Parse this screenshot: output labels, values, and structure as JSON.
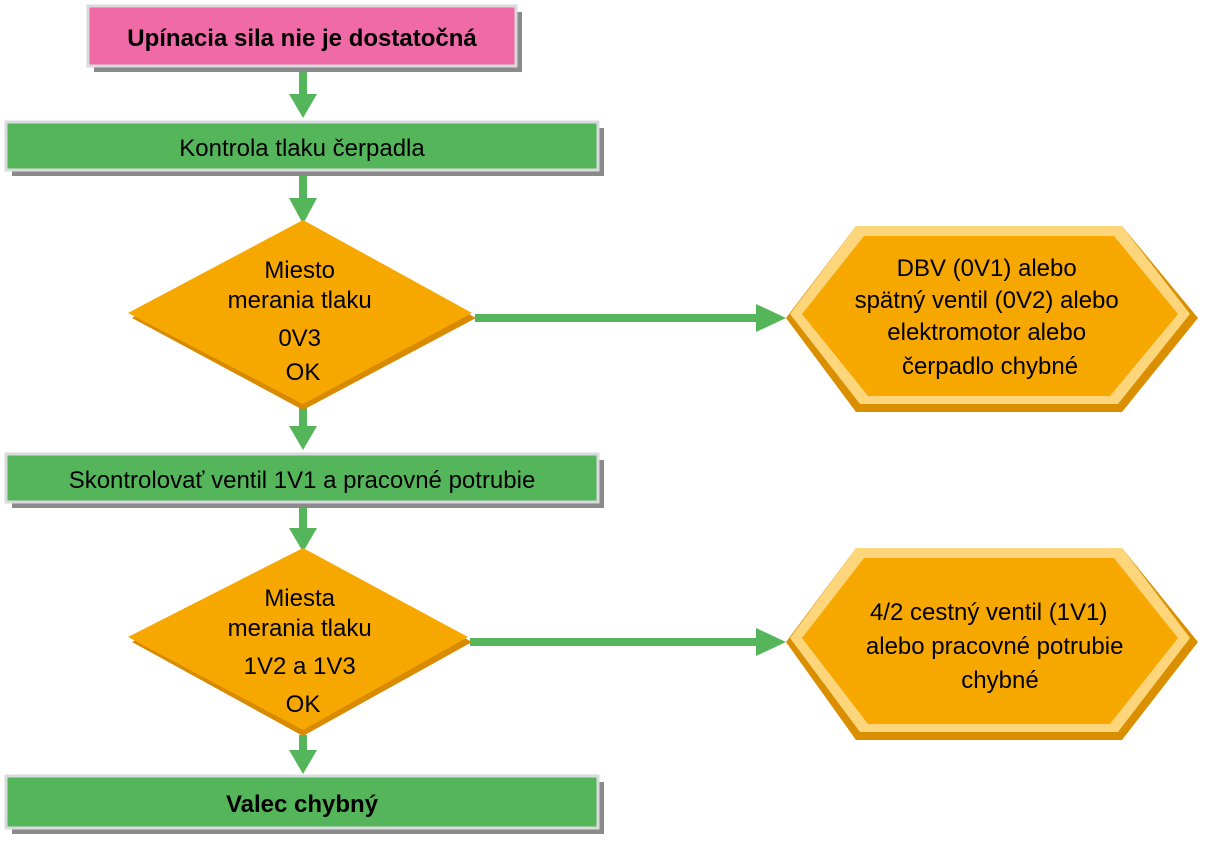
{
  "colors": {
    "start": "#f06aa8",
    "process": "#55b55a",
    "decision": "#f7a800",
    "arrow": "#55b55a"
  },
  "nodes": {
    "start": {
      "label": "Upínacia sila nie je dostatočná"
    },
    "check_pump": {
      "label": "Kontrola tlaku čerpadla"
    },
    "decision1": {
      "lines": [
        "Miesto",
        "merania tlaku",
        "0V3",
        "OK"
      ]
    },
    "fault1": {
      "lines": [
        "DBV (0V1) alebo",
        "spätný ventil (0V2) alebo",
        "elektromotor alebo",
        "čerpadlo chybné"
      ]
    },
    "check_valve": {
      "label": "Skontrolovať ventil 1V1 a pracovné potrubie"
    },
    "decision2": {
      "lines": [
        "Miesta",
        "merania tlaku",
        "1V2 a 1V3",
        "OK"
      ]
    },
    "fault2": {
      "lines": [
        "4/2 cestný ventil (1V1)",
        "alebo pracovné potrubie",
        "chybné"
      ]
    },
    "end": {
      "label": "Valec chybný"
    }
  }
}
